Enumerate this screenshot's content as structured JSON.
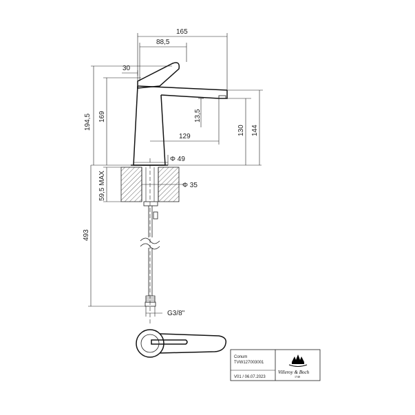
{
  "dimensions": {
    "d165": "165",
    "d88_5": "88,5",
    "d30": "30",
    "d194_5": "194,5",
    "d169": "169",
    "d13_5": "13,5",
    "d130": "130",
    "d144": "144",
    "d129": "129",
    "d_phi49": "Φ 49",
    "d_phi35": "Φ 35",
    "d59_5": "59,5 MAX",
    "d493": "493",
    "d_g38": "G3/8\""
  },
  "title_block": {
    "product_name": "Conum",
    "article_number": "TVW127003001",
    "version_date": "V01 / 06.07.2023",
    "brand": "Villeroy & Boch",
    "established": "1748"
  }
}
